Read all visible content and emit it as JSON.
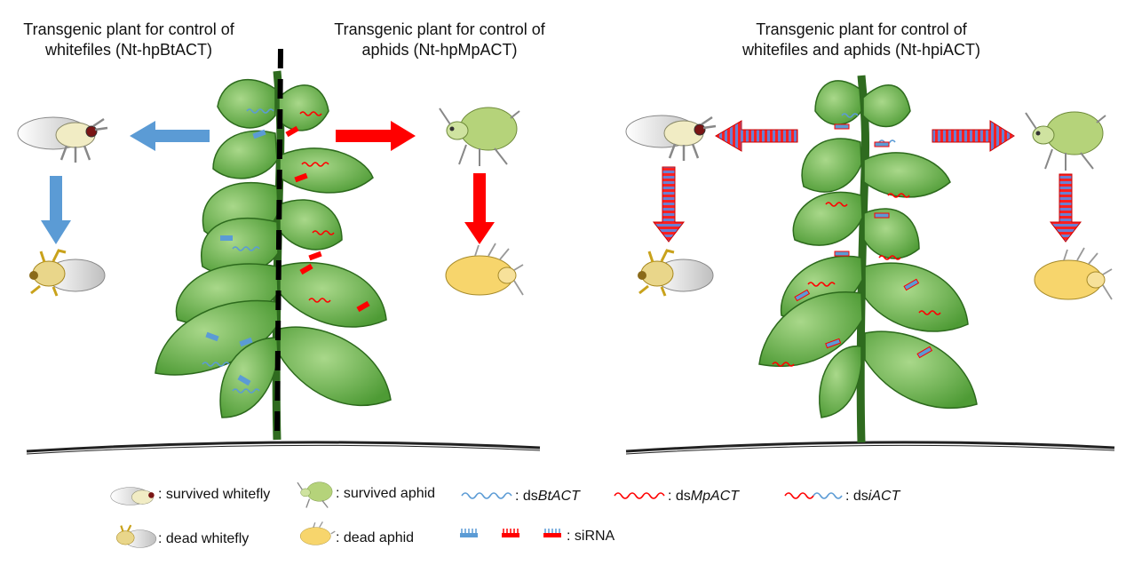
{
  "panels": [
    {
      "title_line1": "Transgenic plant for control of",
      "title_line2": "whitefiles (Nt-hpBtACT)"
    },
    {
      "title_line1": "Transgenic plant for control of",
      "title_line2": "aphids (Nt-hpMpACT)"
    },
    {
      "title_line1": "Transgenic plant for control of",
      "title_line2": "whitefiles and aphids (Nt-hpiACT)"
    }
  ],
  "legend": {
    "survived_whitefly": ": survived whitefly",
    "survived_aphid": ": survived aphid",
    "dead_whitefly": ": dead whitefly",
    "dead_aphid": ": dead aphid",
    "ds_prefix": ": ds",
    "ds_bt": "BtACT",
    "ds_mp": "MpACT",
    "ds_i": "iACT",
    "sirna": ": siRNA"
  },
  "colors": {
    "bt_blue": "#5b9bd5",
    "mp_red": "#ff0000",
    "leaf_green": "#5fa843",
    "stem_green": "#2f6b1f",
    "whitefly_body": "#f1ecc4",
    "aphid_body": "#b5d37a",
    "dead_body": "#f7d56c",
    "dead_whitefly": "#c9a21b"
  },
  "icons": [
    "whitefly-icon",
    "aphid-icon",
    "dead-whitefly-icon",
    "dead-aphid-icon",
    "dsrna-icon",
    "sirna-icon",
    "arrow-icon"
  ]
}
